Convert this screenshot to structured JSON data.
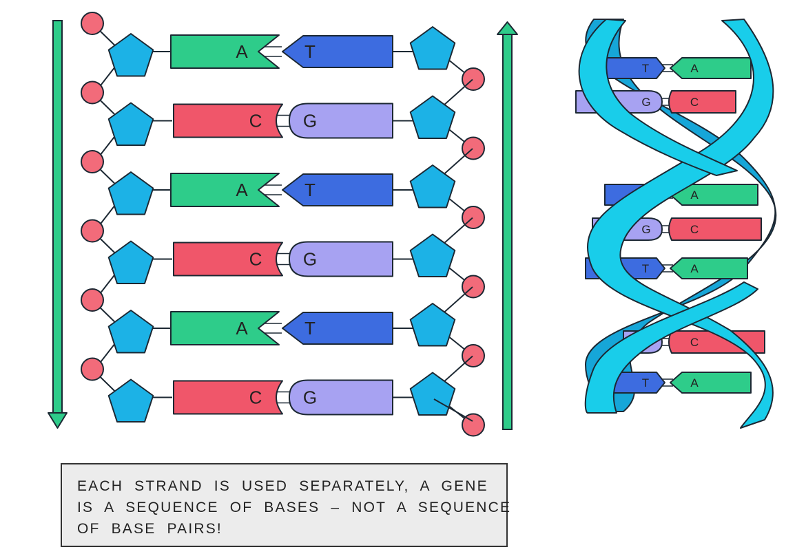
{
  "left_strand": {
    "direction": "down",
    "pairs": [
      {
        "left": "A",
        "right": "T"
      },
      {
        "left": "C",
        "right": "G"
      },
      {
        "left": "A",
        "right": "T"
      },
      {
        "left": "C",
        "right": "G"
      },
      {
        "left": "A",
        "right": "T"
      },
      {
        "left": "C",
        "right": "G"
      }
    ]
  },
  "right_strand": {
    "direction": "up"
  },
  "helix": {
    "pairs": [
      {
        "left": "T",
        "right": "A"
      },
      {
        "left": "G",
        "right": "C"
      },
      {
        "left": "T",
        "right": "A"
      },
      {
        "left": "G",
        "right": "C"
      },
      {
        "left": "T",
        "right": "A"
      },
      {
        "left": "G",
        "right": "C"
      },
      {
        "left": "T",
        "right": "A"
      }
    ]
  },
  "note": {
    "lines": [
      "EACH STRAND IS USED SEPARATELY, A GENE",
      "IS A SEQUENCE OF BASES – NOT A SEQUENCE",
      "OF BASE PAIRS!"
    ]
  },
  "colors": {
    "A": "#2ecc8a",
    "T": "#3d6ce0",
    "C": "#f0566a",
    "G": "#a7a2f2",
    "sugar": "#1cb2e6",
    "phosphate": "#f26b7a",
    "arrow": "#2ecc8a",
    "helix_ribbon": "#19cdea",
    "helix_ribbon_back": "#16a6d8"
  }
}
